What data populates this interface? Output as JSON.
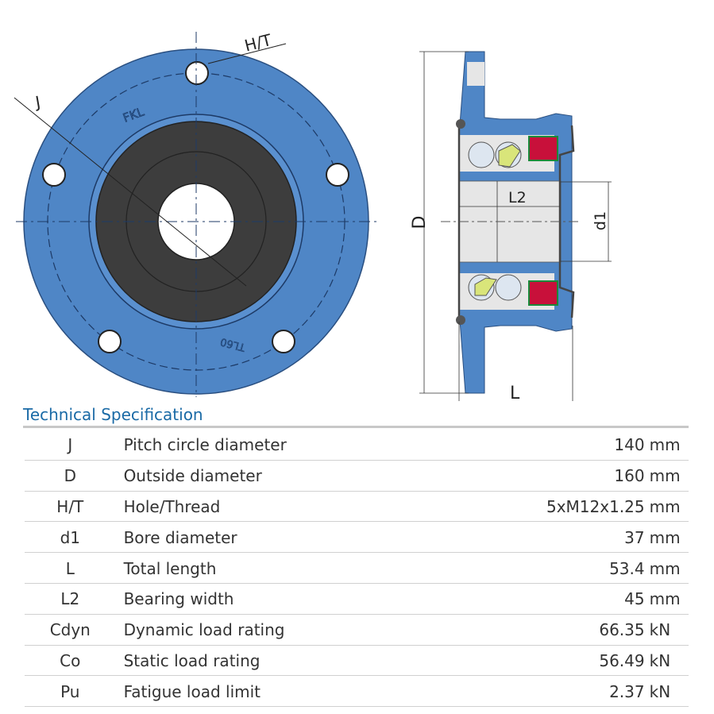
{
  "drawing": {
    "labels": {
      "ht": "H/T",
      "j": "J",
      "brand": "FKL",
      "model": "TL60",
      "d": "D",
      "l2": "L2",
      "d1": "d1",
      "l": "L"
    },
    "colors": {
      "housing": "#4f86c6",
      "insert": "#3d3d3d",
      "section_gray": "#e6e6e6",
      "seal": "#c8103a",
      "cage": "#d9e57a"
    }
  },
  "section_title": "Technical Specification",
  "rows": [
    {
      "sym": "J",
      "desc": "Pitch circle diameter",
      "val": "140",
      "unit": "mm"
    },
    {
      "sym": "D",
      "desc": "Outside diameter",
      "val": "160",
      "unit": "mm"
    },
    {
      "sym": "H/T",
      "desc": "Hole/Thread",
      "val": "5xM12x1.25",
      "unit": "mm"
    },
    {
      "sym": "d1",
      "desc": "Bore diameter",
      "val": "37",
      "unit": "mm"
    },
    {
      "sym": "L",
      "desc": "Total length",
      "val": "53.4",
      "unit": "mm"
    },
    {
      "sym": "L2",
      "desc": "Bearing width",
      "val": "45",
      "unit": "mm"
    },
    {
      "sym": "Cdyn",
      "desc": "Dynamic load rating",
      "val": "66.35",
      "unit": "kN"
    },
    {
      "sym": "Co",
      "desc": "Static load rating",
      "val": "56.49",
      "unit": "kN"
    },
    {
      "sym": "Pu",
      "desc": "Fatigue load limit",
      "val": "2.37",
      "unit": "kN"
    }
  ]
}
